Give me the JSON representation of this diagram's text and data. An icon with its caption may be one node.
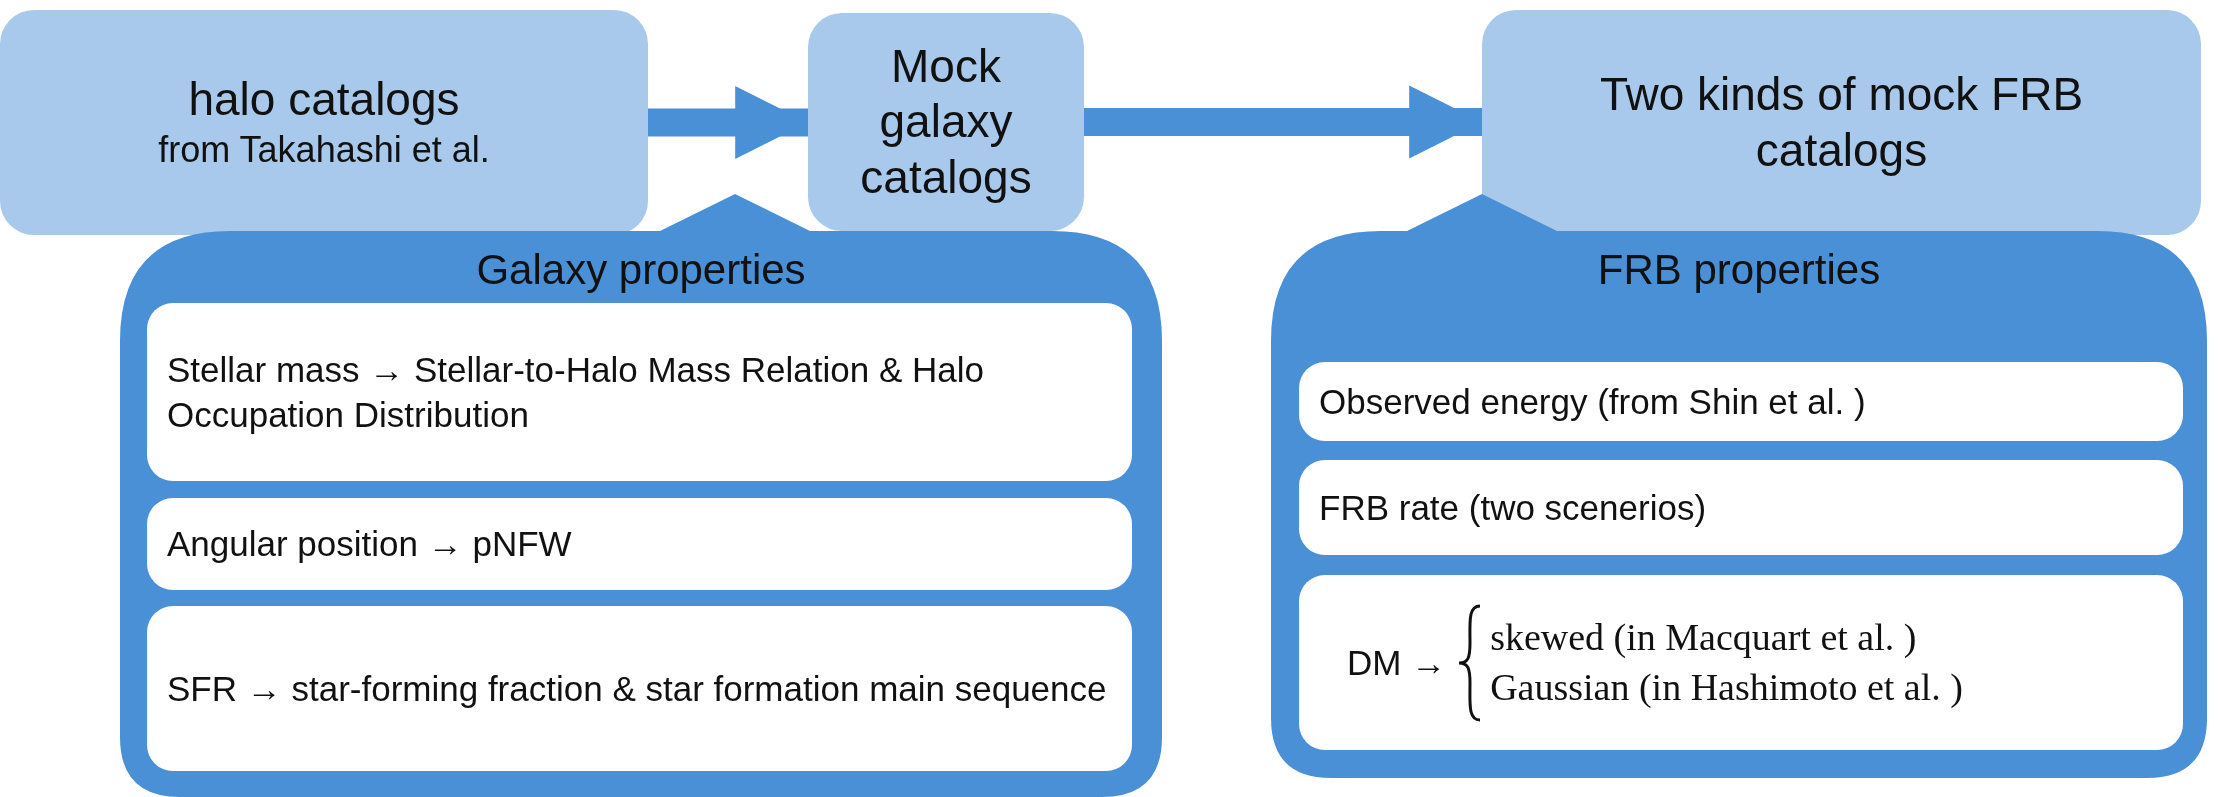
{
  "diagram": {
    "nodes": [
      {
        "text": [
          "halo catalogs",
          "from Takahashi et al."
        ]
      },
      {
        "text": [
          "Mock galaxy catalogs"
        ]
      },
      {
        "text": [
          "Two kinds of mock FRB catalogs"
        ]
      },
      {
        "text": [
          "Galaxy properties"
        ]
      },
      {
        "text": [
          "Stellar mass → Stellar-to-Halo Mass Relation & Halo Occupation Distribution"
        ],
        "in": 3
      },
      {
        "text": [
          "Angular position → pNFW"
        ],
        "in": 3
      },
      {
        "text": [
          "SFR → star-forming fraction & star formation main sequence"
        ],
        "in": 3
      },
      {
        "text": [
          "FRB properties"
        ]
      },
      {
        "text": [
          "Observed energy (from Shin et al. )"
        ],
        "in": 7
      },
      {
        "text": [
          "FRB rate (two scenerios)"
        ],
        "in": 7
      },
      {
        "text": [
          "DM →",
          "skewed (in Macquart et al. )",
          "Gaussian (in Hashimoto et al. )"
        ],
        "in": 7
      }
    ],
    "edges": [
      {
        "from": 0,
        "to": 1,
        "arrow": "to"
      },
      {
        "from": 1,
        "to": 2,
        "arrow": "to"
      }
    ]
  }
}
